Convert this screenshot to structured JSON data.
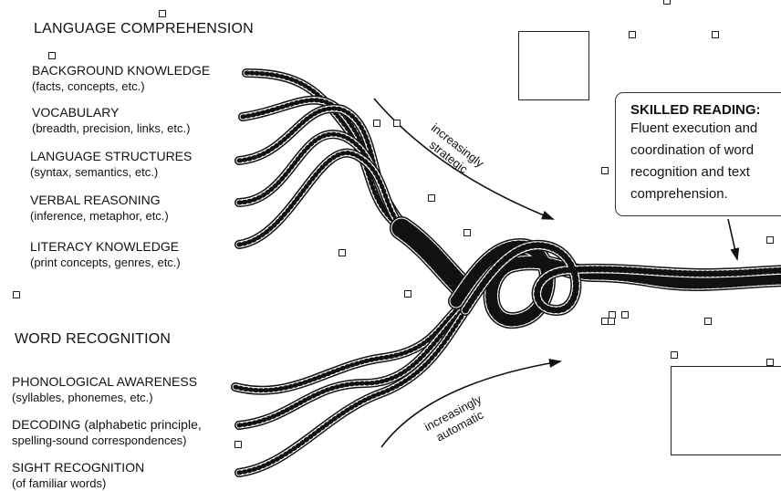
{
  "language_comprehension": {
    "heading": "LANGUAGE COMPREHENSION",
    "items": [
      {
        "label": "BACKGROUND KNOWLEDGE",
        "detail": "(facts, concepts, etc.)"
      },
      {
        "label": "VOCABULARY",
        "detail": "(breadth, precision, links, etc.)"
      },
      {
        "label": "LANGUAGE STRUCTURES",
        "detail": "(syntax, semantics, etc.)"
      },
      {
        "label": "VERBAL REASONING",
        "detail": "(inference, metaphor, etc.)"
      },
      {
        "label": "LITERACY KNOWLEDGE",
        "detail": "(print concepts, genres, etc.)"
      }
    ]
  },
  "word_recognition": {
    "heading": "WORD RECOGNITION",
    "items": [
      {
        "label": "PHONOLOGICAL AWARENESS",
        "detail": "(syllables, phonemes, etc.)"
      },
      {
        "label": "DECODING (alphabetic principle,",
        "detail": "spelling-sound correspondences)"
      },
      {
        "label": "SIGHT RECOGNITION",
        "detail": "(of familiar words)"
      }
    ]
  },
  "arrows": {
    "strategic": {
      "line1": "increasingly",
      "line2": "strategic"
    },
    "automatic": {
      "line1": "increasingly",
      "line2": "automatic"
    }
  },
  "skilled_reading": {
    "title": "SKILLED READING:",
    "lines": [
      "Fluent execution and",
      "coordination of word",
      "recognition and text",
      "comprehension."
    ]
  }
}
